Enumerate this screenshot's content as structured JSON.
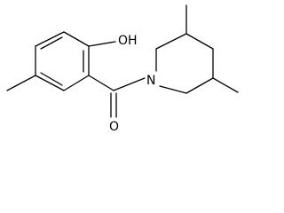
{
  "molecule": {
    "atom_labels": {
      "hydroxyl": "OH",
      "carbonyl_oxygen": "O",
      "ring_nitrogen": "N"
    },
    "ink_color": "#000000",
    "background_color": "#ffffff"
  }
}
